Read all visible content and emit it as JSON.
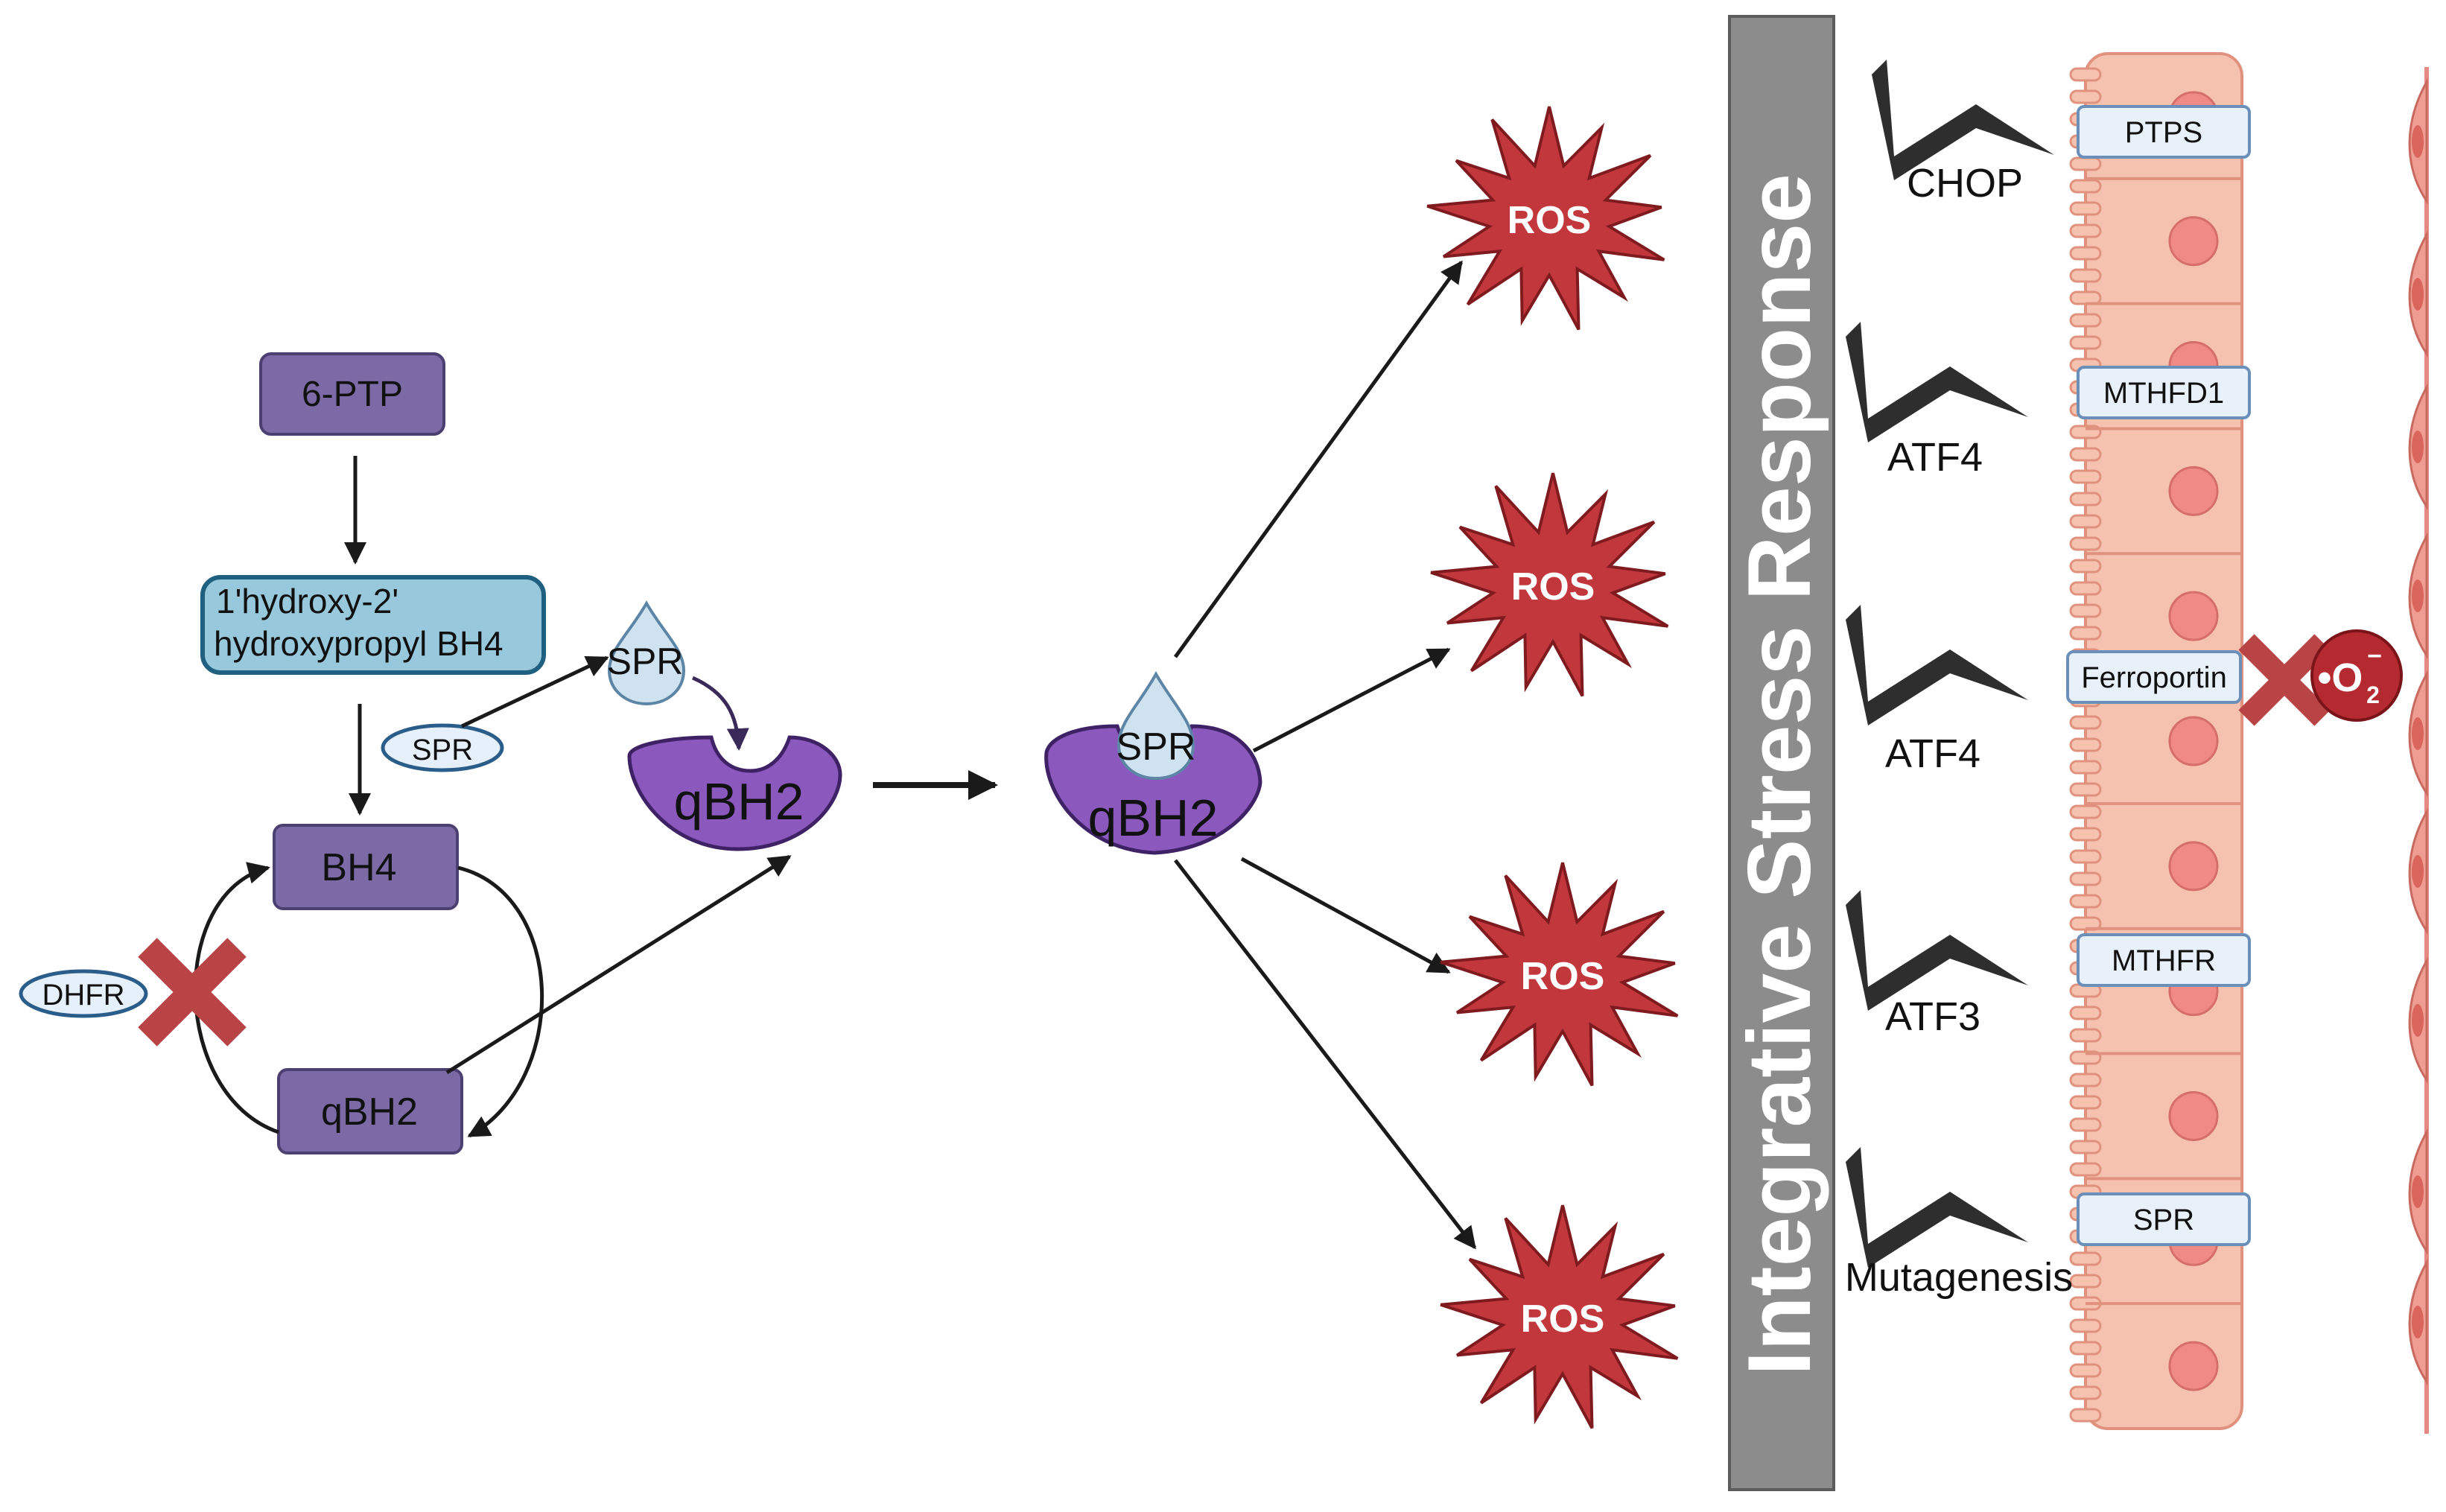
{
  "pathway": {
    "ptp": "6-PTP",
    "intermediate_line1": "1'hydroxy-2'",
    "intermediate_line2": "hydroxypropyl BH4",
    "spr_small": "SPR",
    "spr_drop": "SPR",
    "bh4": "BH4",
    "qbh2_cycle": "qBH2",
    "qbh2_enzyme": "qBH2",
    "dhfr": "DHFR"
  },
  "center": {
    "spr": "SPR",
    "qbh2": "qBH2"
  },
  "ros": {
    "labels": [
      "ROS",
      "ROS",
      "ROS",
      "ROS"
    ]
  },
  "stress_bar": {
    "label": "Integrative Stress Response"
  },
  "factors": {
    "labels": [
      "CHOP",
      "ATF4",
      "ATF4",
      "ATF3",
      "Mutagenesis"
    ]
  },
  "targets": {
    "labels": [
      "PTPS",
      "MTHFD1",
      "Ferroportin",
      "MTHFR",
      "SPR"
    ]
  },
  "superoxide": {
    "symbol": "•O",
    "subscript": "2",
    "superscript": "−"
  },
  "colors": {
    "purple_box": "#7b6aa6",
    "purple_enzyme": "#8b58be",
    "teal_box": "#98c8dc",
    "ros_red": "#c2373b",
    "cell_fill": "#f6c2b0",
    "cell_stroke": "#e0927e",
    "nucleus": "#ef8a86",
    "stress_grey": "#8c8c8c",
    "bolt": "#2e2e2e",
    "label_box": "#e8f0fa"
  }
}
